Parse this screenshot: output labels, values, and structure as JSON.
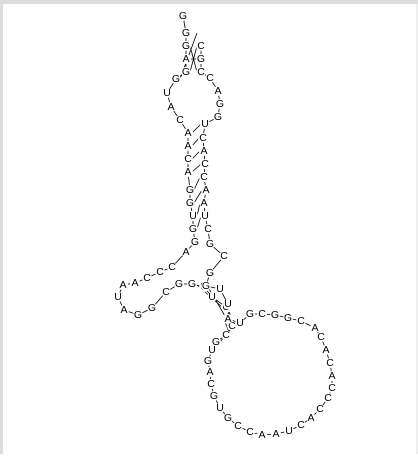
{
  "structure": {
    "nucleotides": [
      "G",
      "G",
      "G",
      "A",
      "G",
      "G",
      "U",
      "A",
      "C",
      "A",
      "A",
      "C",
      "A",
      "G",
      "G",
      "U",
      "G",
      "G",
      "A",
      "C",
      "C",
      "C",
      "A",
      "A",
      "U",
      "A",
      "G",
      "G",
      "C",
      "G",
      "G",
      "U",
      "U",
      "U",
      "A",
      "C",
      "C",
      "G",
      "U",
      "G",
      "A",
      "C",
      "G",
      "U",
      "G",
      "C",
      "C",
      "A",
      "A",
      "U",
      "C",
      "A",
      "C",
      "C",
      "C",
      "A",
      "C",
      "A",
      "C",
      "A",
      "C",
      "G",
      "G",
      "C",
      "G",
      "U",
      "A",
      "U",
      "U",
      "G",
      "G",
      "C",
      "G",
      "C",
      "U",
      "A",
      "A",
      "C",
      "C",
      "A",
      "C",
      "U",
      "G",
      "G",
      "A",
      "C",
      "C",
      "G",
      "C"
    ],
    "colors": {
      "text": "#000000",
      "line": "#000000",
      "frame": "#dddddd"
    }
  }
}
